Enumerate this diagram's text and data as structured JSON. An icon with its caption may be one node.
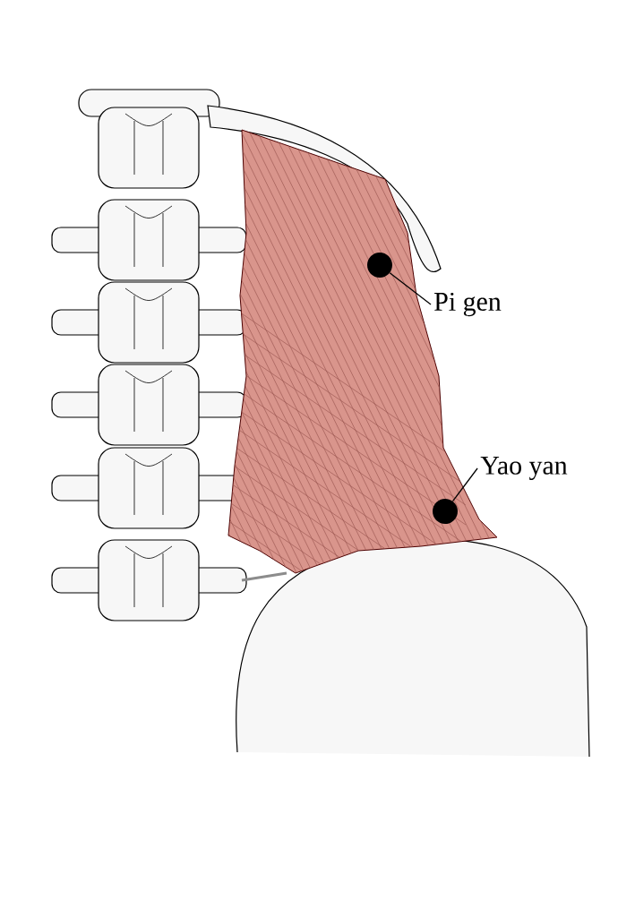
{
  "diagram": {
    "nodes": [
      {
        "text": [
          "Pi gen"
        ]
      },
      {
        "text": [],
        "shape": "circle"
      },
      {
        "text": [
          "Yao yan"
        ]
      },
      {
        "text": [],
        "shape": "circle"
      }
    ],
    "edges": [
      {
        "from": 0,
        "to": 1,
        "arrow": "none"
      },
      {
        "from": 2,
        "to": 3,
        "arrow": "none"
      }
    ]
  }
}
